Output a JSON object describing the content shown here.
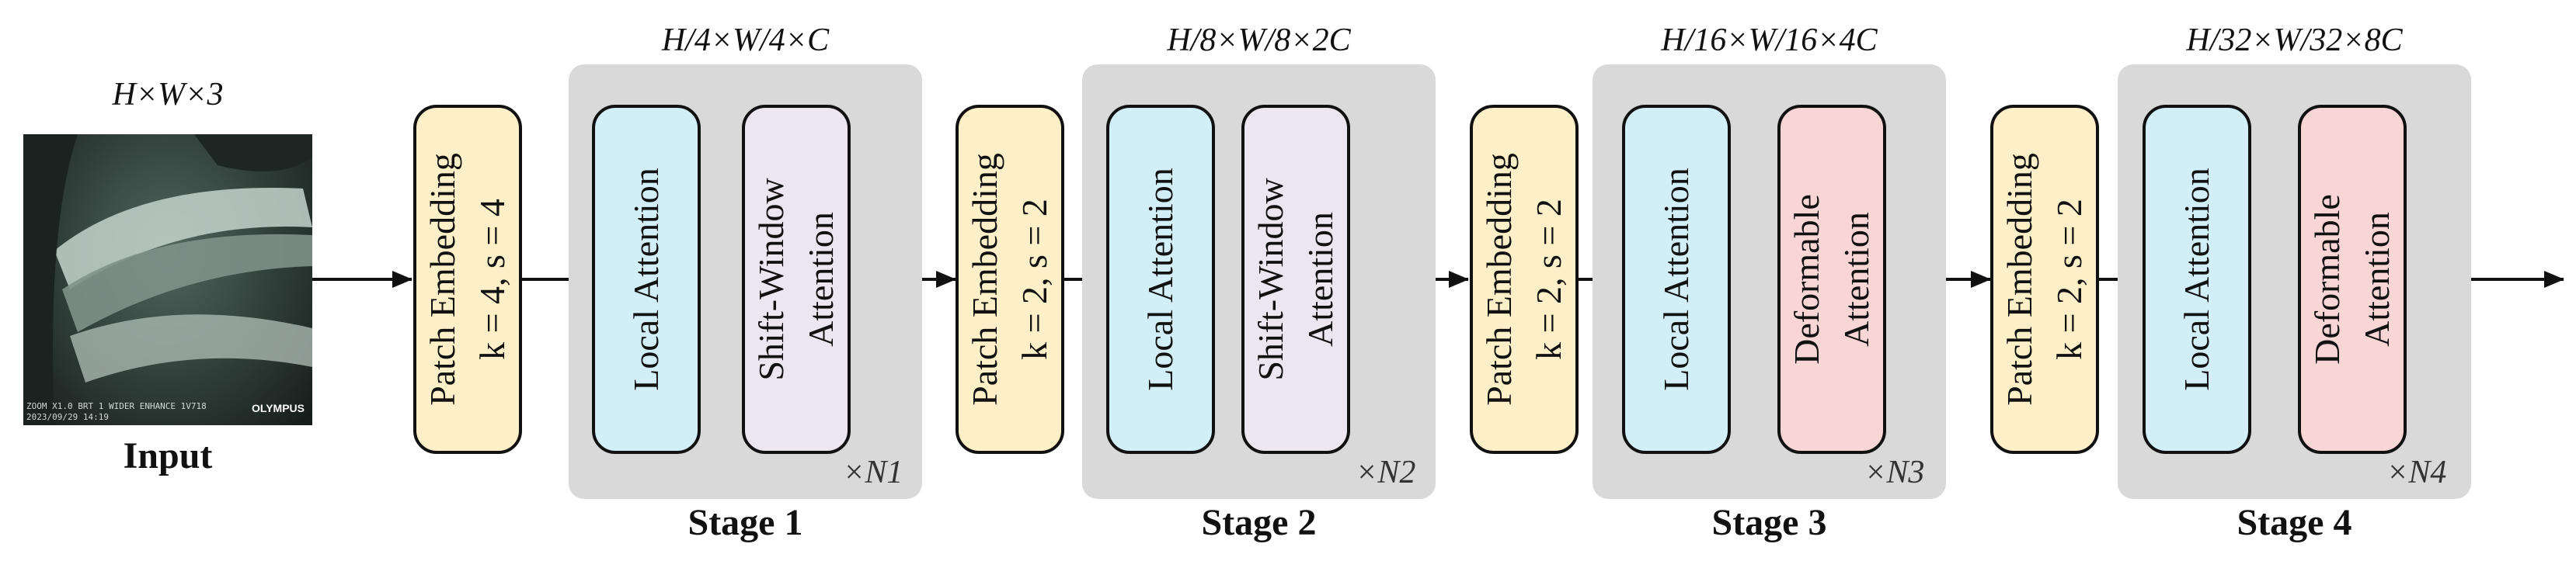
{
  "input": {
    "dims": "H×W×3",
    "title": "Input",
    "osd_line1": "ZOOM X1.0  BRT 1  WIDER  ENHANCE 1V718",
    "osd_line2": "2023/09/29 14:19",
    "brand": "OLYMPUS"
  },
  "stages": [
    {
      "title": "Stage 1",
      "dims": "H/4×W/4×C",
      "repeat": "×N1",
      "embed": {
        "line1": "Patch Embedding",
        "line2": "k = 4,  s = 4"
      },
      "attn1": {
        "line1": "Local Attention"
      },
      "attn2": {
        "line1": "Shift-Window",
        "line2": "Attention"
      }
    },
    {
      "title": "Stage 2",
      "dims": "H/8×W/8×2C",
      "repeat": "×N2",
      "embed": {
        "line1": "Patch Embedding",
        "line2": "k = 2,  s = 2"
      },
      "attn1": {
        "line1": "Local Attention"
      },
      "attn2": {
        "line1": "Shift-Window",
        "line2": "Attention"
      }
    },
    {
      "title": "Stage 3",
      "dims": "H/16×W/16×4C",
      "repeat": "×N3",
      "embed": {
        "line1": "Patch Embedding",
        "line2": "k = 2,  s = 2"
      },
      "attn1": {
        "line1": "Local Attention"
      },
      "attn2": {
        "line1": "Deformable",
        "line2": "Attention"
      }
    },
    {
      "title": "Stage 4",
      "dims": "H/32×W/32×8C",
      "repeat": "×N4",
      "embed": {
        "line1": "Patch Embedding",
        "line2": "k = 2,  s = 2"
      },
      "attn1": {
        "line1": "Local Attention"
      },
      "attn2": {
        "line1": "Deformable",
        "line2": "Attention"
      }
    }
  ]
}
